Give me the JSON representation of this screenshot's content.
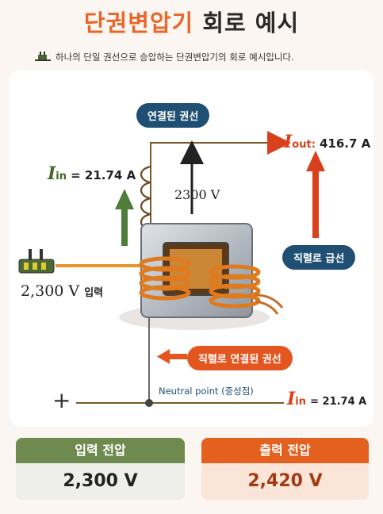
{
  "header": {
    "title_part1": "단권변압기",
    "title_part2": "회로 예시",
    "subtitle": "하나의 단일 권선으로 승압하는 단권변압기의 회로 예시입니다."
  },
  "diagram": {
    "label_connected_winding": "연결된 권선",
    "label_series_winding": "직렬로 급선",
    "label_series_connected_winding": "직렬로 연결된 권선",
    "current_in_top": {
      "symbol": "I",
      "sub": "in",
      "value": "= 21.74 A"
    },
    "current_out": {
      "symbol": "I",
      "sub": "out:",
      "value": "416.7 A"
    },
    "current_in_bottom": {
      "symbol": "I",
      "sub": "in",
      "value": "= 21.74 A"
    },
    "coil_voltage": "2300 V",
    "input_voltage": "2,300 V",
    "input_word": "입력",
    "neutral_point": "Neutral point (중성점)",
    "plus_sign": "+"
  },
  "cards": {
    "input": {
      "label": "입력 전압",
      "value": "2,300 V"
    },
    "output": {
      "label": "출력 전압",
      "value": "2,420 V"
    }
  },
  "colors": {
    "orange_accent": "#e8672a",
    "navy": "#1f4f73",
    "green_arrow": "#4f7d3a",
    "red_arrow": "#d9401c",
    "copper": "#e07a1e"
  }
}
